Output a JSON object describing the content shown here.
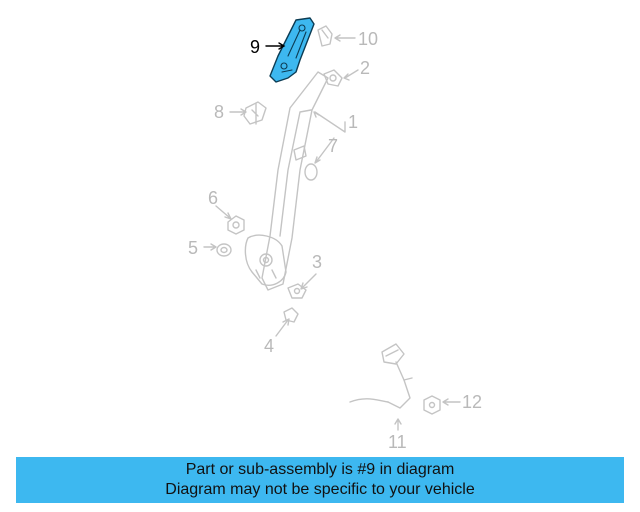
{
  "callouts": {
    "c1": "1",
    "c2": "2",
    "c3": "3",
    "c4": "4",
    "c5": "5",
    "c6": "6",
    "c7": "7",
    "c8": "8",
    "c9": "9",
    "c10": "10",
    "c11": "11",
    "c12": "12"
  },
  "banner": {
    "line1": "Part or sub-assembly is #9 in diagram",
    "line2": "Diagram may not be specific to your vehicle"
  },
  "colors": {
    "highlight_part": "#3db8f0",
    "line_gray": "#b9b9b9",
    "banner_bg": "#3db8f0"
  }
}
